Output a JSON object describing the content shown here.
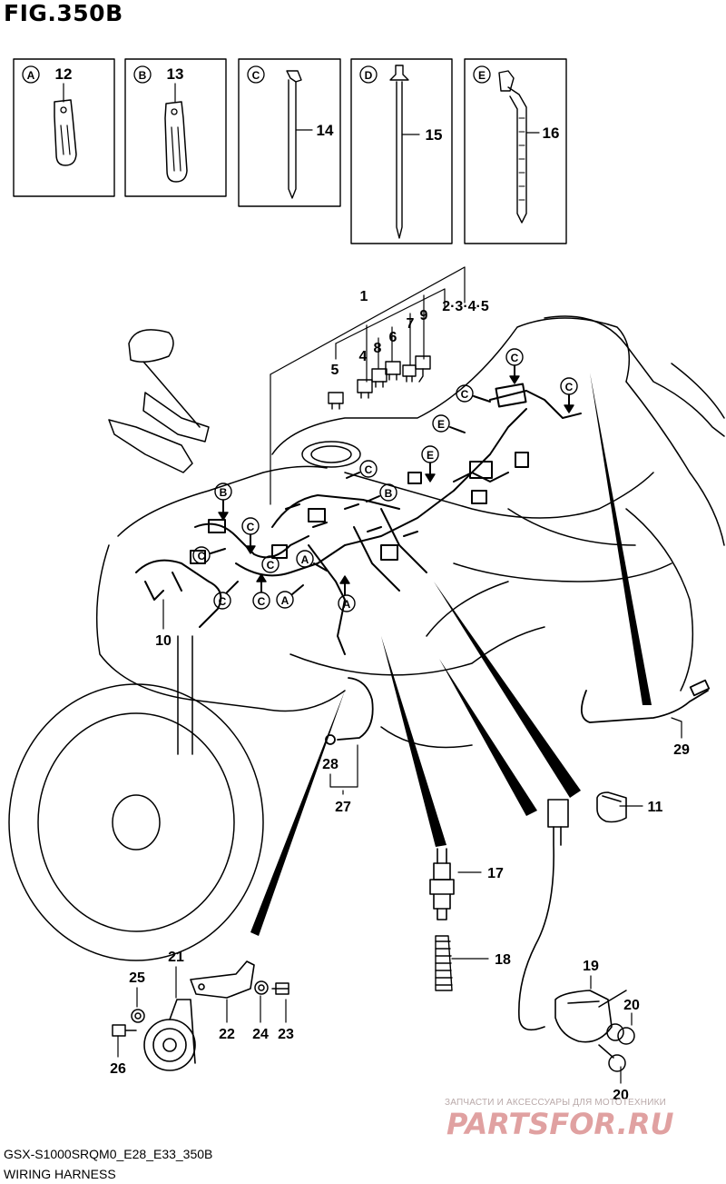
{
  "figure": {
    "title": "FIG.350B",
    "model_code": "GSX-S1000SRQM0_E28_E33_350B",
    "section_name": "WIRING HARNESS"
  },
  "insets": [
    {
      "letter": "A",
      "part": "12"
    },
    {
      "letter": "B",
      "part": "13"
    },
    {
      "letter": "C",
      "part": "14"
    },
    {
      "letter": "D",
      "part": "15"
    },
    {
      "letter": "E",
      "part": "16"
    }
  ],
  "callouts": {
    "p1": "1",
    "p2345": "2·3·4·5",
    "p4": "4",
    "p5": "5",
    "p6": "6",
    "p7": "7",
    "p8": "8",
    "p9": "9",
    "p10": "10",
    "p11": "11",
    "p17": "17",
    "p18": "18",
    "p19": "19",
    "p20a": "20",
    "p20b": "20",
    "p21": "21",
    "p22": "22",
    "p23": "23",
    "p24": "24",
    "p25": "25",
    "p26": "26",
    "p27": "27",
    "p28": "28",
    "p29": "29"
  },
  "clamp_markers": {
    "A": "A",
    "B": "B",
    "C": "C",
    "E": "E"
  },
  "watermark": {
    "tagline": "ЗАПЧАСТИ И АКСЕССУАРЫ ДЛЯ МОТОТЕХНИКИ",
    "brand": "PARTSFOR.RU",
    "color": "#d98a8a"
  }
}
